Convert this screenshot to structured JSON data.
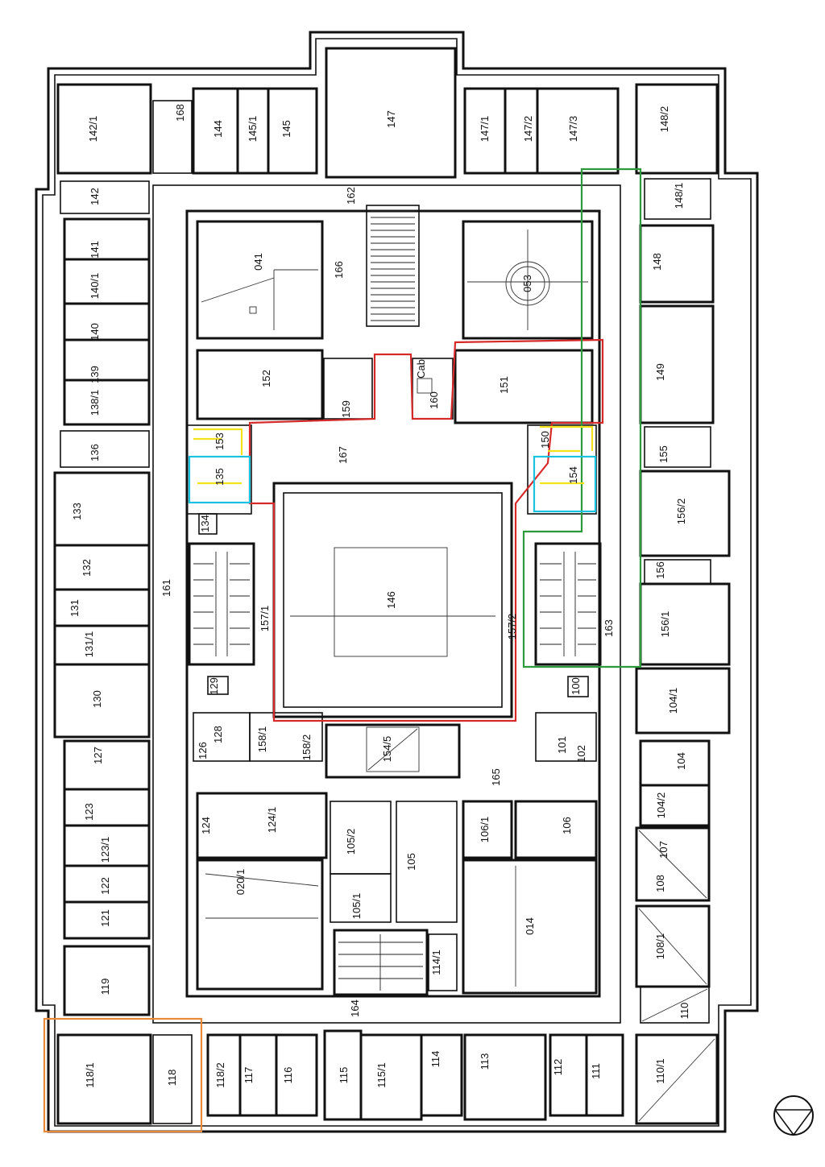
{
  "colors": {
    "wall": "#111111",
    "red": "#d62a2a",
    "green": "#2a9a3c",
    "cyan": "#19c3e0",
    "orange": "#e8893a",
    "yellow": "#f2e21a"
  },
  "rooms": {
    "r142_1": "142/1",
    "r168": "168",
    "r144": "144",
    "r145_1": "145/1",
    "r145": "145",
    "r147": "147",
    "r147_1": "147/1",
    "r147_2": "147/2",
    "r147_3": "147/3",
    "r148_2": "148/2",
    "r142": "142",
    "r162": "162",
    "r148_1": "148/1",
    "r141": "141",
    "r041": "041",
    "r166": "166",
    "r053": "053",
    "r148": "148",
    "r140_1": "140/1",
    "r140": "140",
    "r139": "139",
    "r152": "152",
    "r159": "159",
    "r160": "160",
    "r151": "151",
    "r149": "149",
    "r138_1": "138/1",
    "r153": "153",
    "r150": "150",
    "r167": "167",
    "r136": "136",
    "r155": "155",
    "r135": "135",
    "r154": "154",
    "r133": "133",
    "r156_2": "156/2",
    "r134": "134",
    "r132": "132",
    "r156": "156",
    "r161": "161",
    "r131": "131",
    "r146": "146",
    "r157_1": "157/1",
    "r157_2": "157/2",
    "r163": "163",
    "r156_1": "156/1",
    "r131_1": "131/1",
    "r130": "130",
    "r129": "129",
    "r100": "100",
    "r104_1": "104/1",
    "r128": "128",
    "r126": "126",
    "r158_1": "158/1",
    "r158_2": "158/2",
    "r154_5": "154/5",
    "r101": "101",
    "r102": "102",
    "r127": "127",
    "r104": "104",
    "r165": "165",
    "r104_2": "104/2",
    "r123": "123",
    "r124": "124",
    "r124_1": "124/1",
    "r105_2": "105/2",
    "r105": "105",
    "r106_1": "106/1",
    "r106": "106",
    "r107": "107",
    "r123_1": "123/1",
    "r020_1": "020/1",
    "r122": "122",
    "r105_1": "105/1",
    "r014": "014",
    "r108": "108",
    "r121": "121",
    "r108_1": "108/1",
    "r114_1": "114/1",
    "r119": "119",
    "r110": "110",
    "r164": "164",
    "r118_1": "118/1",
    "r118": "118",
    "r118_2": "118/2",
    "r117": "117",
    "r116": "116",
    "r115": "115",
    "r115_1": "115/1",
    "r114": "114",
    "r113": "113",
    "r112": "112",
    "r111": "111",
    "r110_1": "110/1",
    "cab": "Cab"
  }
}
